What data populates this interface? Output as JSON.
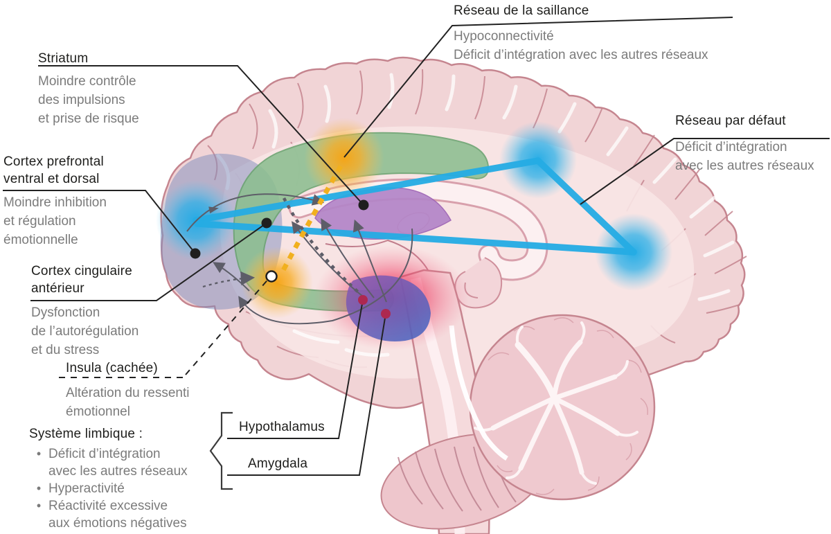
{
  "labels": {
    "salience": {
      "title": "Réseau de la saillance",
      "line1": "Hypoconnectivité",
      "line2": "Déficit d’intégration avec les autres réseaux"
    },
    "striatum": {
      "title": "Striatum",
      "line1": "Moindre contrôle",
      "line2": "des impulsions",
      "line3": "et prise de risque"
    },
    "prefrontal": {
      "title1": "Cortex prefrontal",
      "title2": "ventral et dorsal",
      "line1": "Moindre inhibition",
      "line2": "et régulation",
      "line3": "émotionnelle"
    },
    "default_network": {
      "title": "Réseau par défaut",
      "line1": "Déficit d’intégration",
      "line2": "avec les autres réseaux"
    },
    "cingulate": {
      "title1": "Cortex cingulaire",
      "title2": "antérieur",
      "line1": "Dysfonction",
      "line2": "de l’autorégulation",
      "line3": "et du stress"
    },
    "insula": {
      "title": "Insula (cachée)",
      "line1": "Altération du ressenti",
      "line2": "émotionnel"
    },
    "limbic": {
      "title": "Système limbique :",
      "bullet": "•",
      "b1l1": "Déficit d’intégration",
      "b1l2": "avec les autres réseaux",
      "b2": "Hyperactivité",
      "b3l1": "Réactivité excessive",
      "b3l2": "aux émotions négatives"
    },
    "hypothalamus": {
      "title": "Hypothalamus"
    },
    "amygdala": {
      "title": "Amygdala"
    }
  },
  "colors": {
    "network_node_blue": "#25ace4",
    "salience_orange": "#f5a81c",
    "limbic_red": "#ee2f58",
    "cingulate_green": "#8cbe90",
    "striatum_purple": "#b385c8",
    "prefrontal_blue_gray": "#7e8cbb",
    "amygdala_violet": "#5f63b4",
    "arrow_gray": "#5d5d68",
    "leader_black": "#222222",
    "brain_outline_pink": "#c5858f",
    "brain_fill_pink": "#f1d4d6",
    "text_black": "#1d1d1b",
    "text_gray": "#7b7b7b"
  }
}
